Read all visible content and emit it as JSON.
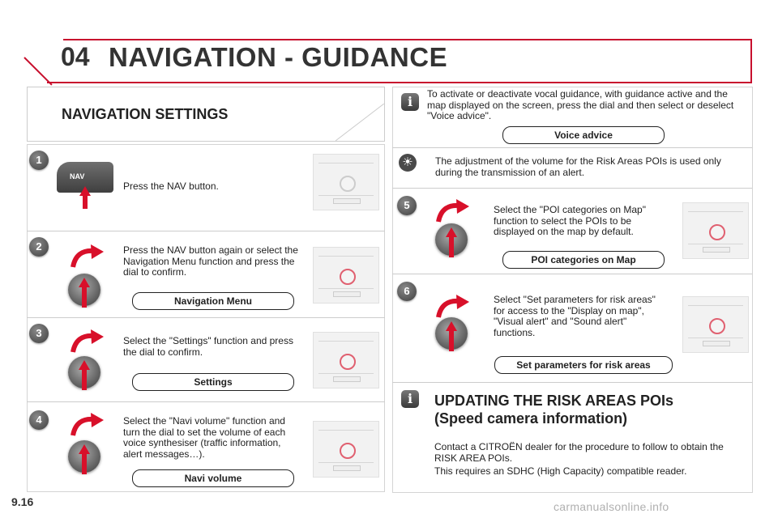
{
  "header": {
    "chapter": "04",
    "title": "NAVIGATION - GUIDANCE"
  },
  "left": {
    "section_title": "NAVIGATION SETTINGS",
    "nav_button_label": "NAV",
    "steps": [
      {
        "number": "1",
        "text": "Press the NAV button."
      },
      {
        "number": "2",
        "text": "Press the NAV button again or select the Navigation Menu function and press the dial to confirm.",
        "pill": "Navigation Menu"
      },
      {
        "number": "3",
        "text": "Select the \"Settings\" function and press the dial to confirm.",
        "pill": "Settings"
      },
      {
        "number": "4",
        "text": "Select the \"Navi volume\" function and turn the dial to set the volume of each voice synthesiser (traffic information, alert messages…).",
        "pill": "Navi volume"
      }
    ]
  },
  "right": {
    "info1": "To activate or deactivate vocal guidance, with guidance active and the map displayed on the screen, press the dial and then select or deselect \"Voice advice\".",
    "pill_voice": "Voice advice",
    "note": "The adjustment of the volume for the Risk Areas POIs is used only during the transmission of an alert.",
    "steps": [
      {
        "number": "5",
        "text": "Select the \"POI categories on Map\" function to select the POIs to be displayed on the map by default.",
        "pill": "POI categories on Map"
      },
      {
        "number": "6",
        "text": "Select \"Set parameters for risk areas\" for access to the \"Display on map\", \"Visual alert\" and \"Sound alert\" functions.",
        "pill": "Set parameters for risk areas"
      }
    ],
    "update_title_1": "UPDATING THE RISK AREAS POIs",
    "update_title_2": "(Speed camera information)",
    "update_text_1": "Contact a CITROËN dealer for the procedure to follow to obtain the RISK AREA POIs.",
    "update_text_2": "This requires an SDHC (High Capacity) compatible reader."
  },
  "icons": {
    "info": "info-icon",
    "note": "sun-icon",
    "dial": "dial-icon",
    "arrow": "curved-arrow-icon"
  },
  "colors": {
    "accent": "#c8102e",
    "arrow": "#d8102a"
  },
  "footer": {
    "page_number": "9.16",
    "watermark": "carmanualsonline.info"
  }
}
